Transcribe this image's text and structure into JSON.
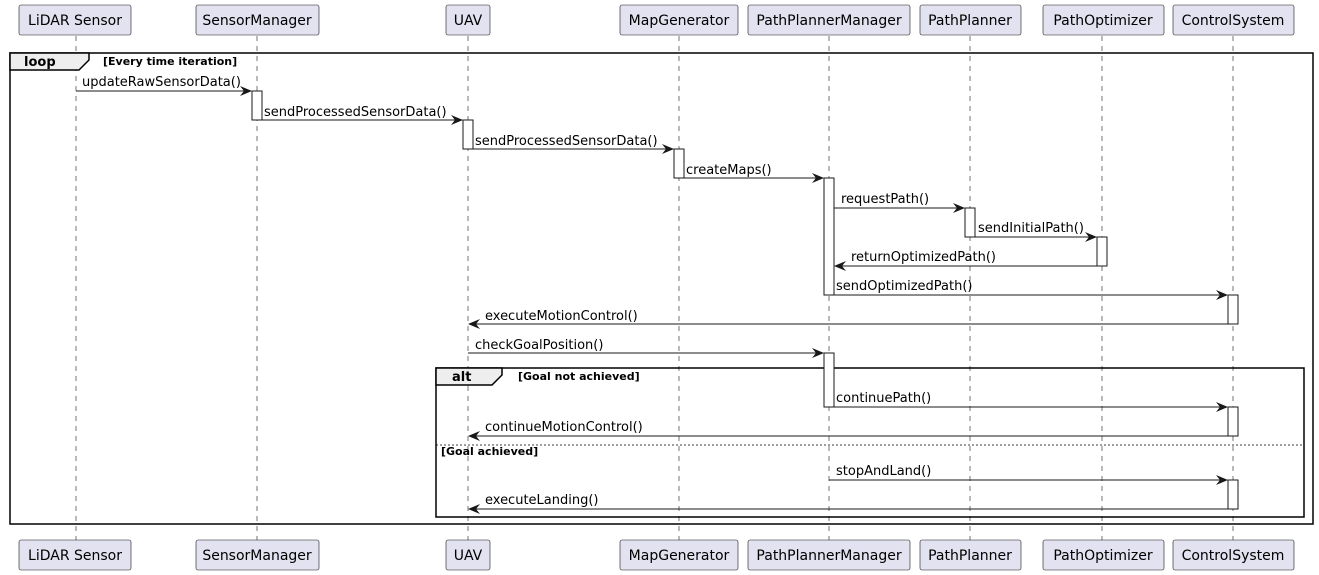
{
  "participants": [
    {
      "id": "lidar",
      "label": "LiDAR Sensor"
    },
    {
      "id": "sensor_manager",
      "label": "SensorManager"
    },
    {
      "id": "uav",
      "label": "UAV"
    },
    {
      "id": "map_generator",
      "label": "MapGenerator"
    },
    {
      "id": "path_planner_manager",
      "label": "PathPlannerManager"
    },
    {
      "id": "path_planner",
      "label": "PathPlanner"
    },
    {
      "id": "path_optimizer",
      "label": "PathOptimizer"
    },
    {
      "id": "control_system",
      "label": "ControlSystem"
    }
  ],
  "frames": {
    "loop": {
      "keyword": "loop",
      "guard": "[Every time iteration]"
    },
    "alt": {
      "keyword": "alt",
      "guard": "[Goal not achieved]",
      "else_guard": "[Goal achieved]"
    }
  },
  "messages": [
    {
      "from": "lidar",
      "to": "sensor_manager",
      "label": "updateRawSensorData()"
    },
    {
      "from": "sensor_manager",
      "to": "uav",
      "label": "sendProcessedSensorData()"
    },
    {
      "from": "uav",
      "to": "map_generator",
      "label": "sendProcessedSensorData()"
    },
    {
      "from": "map_generator",
      "to": "path_planner_manager",
      "label": "createMaps()"
    },
    {
      "from": "path_planner_manager",
      "to": "path_planner",
      "label": "requestPath()"
    },
    {
      "from": "path_planner",
      "to": "path_optimizer",
      "label": "sendInitialPath()"
    },
    {
      "from": "path_optimizer",
      "to": "path_planner_manager",
      "label": "returnOptimizedPath()"
    },
    {
      "from": "path_planner_manager",
      "to": "control_system",
      "label": "sendOptimizedPath()"
    },
    {
      "from": "control_system",
      "to": "uav",
      "label": "executeMotionControl()"
    },
    {
      "from": "uav",
      "to": "path_planner_manager",
      "label": "checkGoalPosition()"
    },
    {
      "from": "path_planner_manager",
      "to": "control_system",
      "label": "continuePath()"
    },
    {
      "from": "control_system",
      "to": "uav",
      "label": "continueMotionControl()"
    },
    {
      "from": "path_planner_manager",
      "to": "control_system",
      "label": "stopAndLand()"
    },
    {
      "from": "control_system",
      "to": "uav",
      "label": "executeLanding()"
    }
  ],
  "colors": {
    "participant_fill": "#e2e2f0",
    "participant_border": "#181818",
    "line": "#181818",
    "lifeline": "#181818",
    "frame_tab_fill": "#eeeeee",
    "activation_fill": "#ffffff"
  }
}
